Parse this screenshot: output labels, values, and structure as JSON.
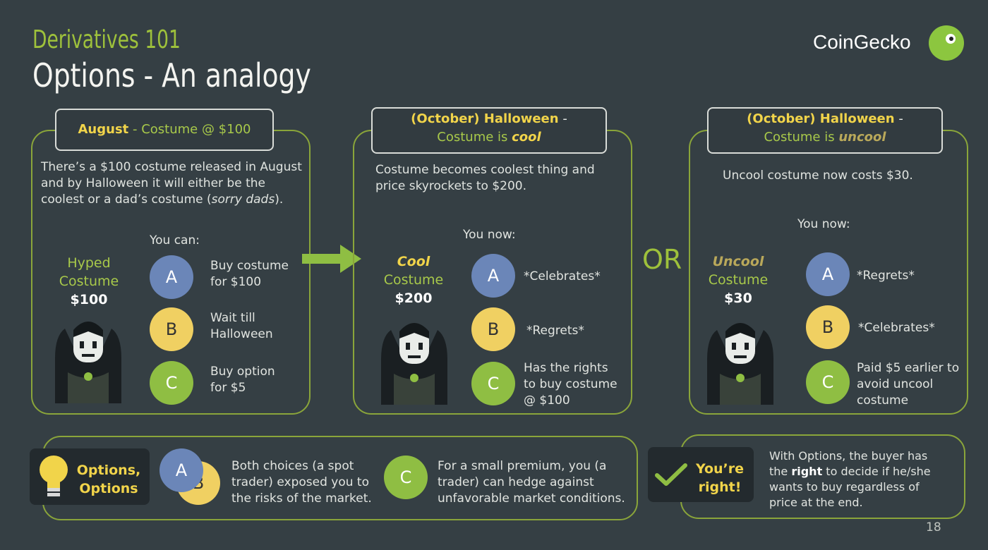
{
  "header": {
    "kicker": "Derivatives 101",
    "title": "Options - An analogy",
    "brand": "CoinGecko"
  },
  "panel1": {
    "tag_bold": "August",
    "tag_rest": " - Costume @ $100",
    "desc_1": "There’s a $100 costume released in August and by Halloween it will either be the coolest or a dad’s costume (",
    "desc_italic": "sorry dads",
    "desc_2": ").",
    "prompt": "You can:",
    "costume_l1": "Hyped",
    "costume_l2": "Costume",
    "price": "$100",
    "options": [
      {
        "letter": "A",
        "text": "Buy costume for $100"
      },
      {
        "letter": "B",
        "text": "Wait till Halloween"
      },
      {
        "letter": "C",
        "text": "Buy option for $5"
      }
    ]
  },
  "panel2": {
    "tag_bold": "(October) Halloween",
    "tag_dash": " -",
    "tag_l2": "Costume is ",
    "tag_em": "cool",
    "desc": "Costume becomes coolest thing and price skyrockets to $200.",
    "prompt": "You now:",
    "costume_l1": "Cool",
    "costume_l2": "Costume",
    "price": "$200",
    "options": [
      {
        "letter": "A",
        "text": "*Celebrates*"
      },
      {
        "letter": "B",
        "text": "*Regrets*"
      },
      {
        "letter": "C",
        "text": "Has the rights to buy costume @ $100"
      }
    ]
  },
  "or_label": "OR",
  "panel3": {
    "tag_bold": "(October) Halloween",
    "tag_dash": " -",
    "tag_l2": "Costume is ",
    "tag_em": "uncool",
    "desc": "Uncool costume now costs $30.",
    "prompt": "You now:",
    "costume_l1": "Uncool",
    "costume_l2": "Costume",
    "price": "$30",
    "options": [
      {
        "letter": "A",
        "text": "*Regrets*"
      },
      {
        "letter": "B",
        "text": "*Celebrates*"
      },
      {
        "letter": "C",
        "text": "Paid $5 earlier to avoid uncool costume"
      }
    ]
  },
  "bottom_left": {
    "note_l1": "Options,",
    "note_l2": "Options",
    "ab_letter_a": "A",
    "ab_letter_b": "B",
    "ab_text": "Both choices (a spot trader) exposed you to the risks of the market.",
    "c_letter": "C",
    "c_text": "For a small premium, you (a trader) can hedge against unfavorable market conditions."
  },
  "bottom_right": {
    "note_l1": "You’re",
    "note_l2": "right!",
    "text_1": "With Options, the buyer has the ",
    "text_bold": "right",
    "text_2": " to decide if he/she wants to buy regardless of price at the end."
  },
  "page_number": "18",
  "colors": {
    "background": "#353f44",
    "accent_green": "#9ec13b",
    "accent_yellow": "#f1d44a",
    "circle_a": "#6b86b8",
    "circle_b": "#f0d062",
    "circle_c": "#8fbe43"
  }
}
